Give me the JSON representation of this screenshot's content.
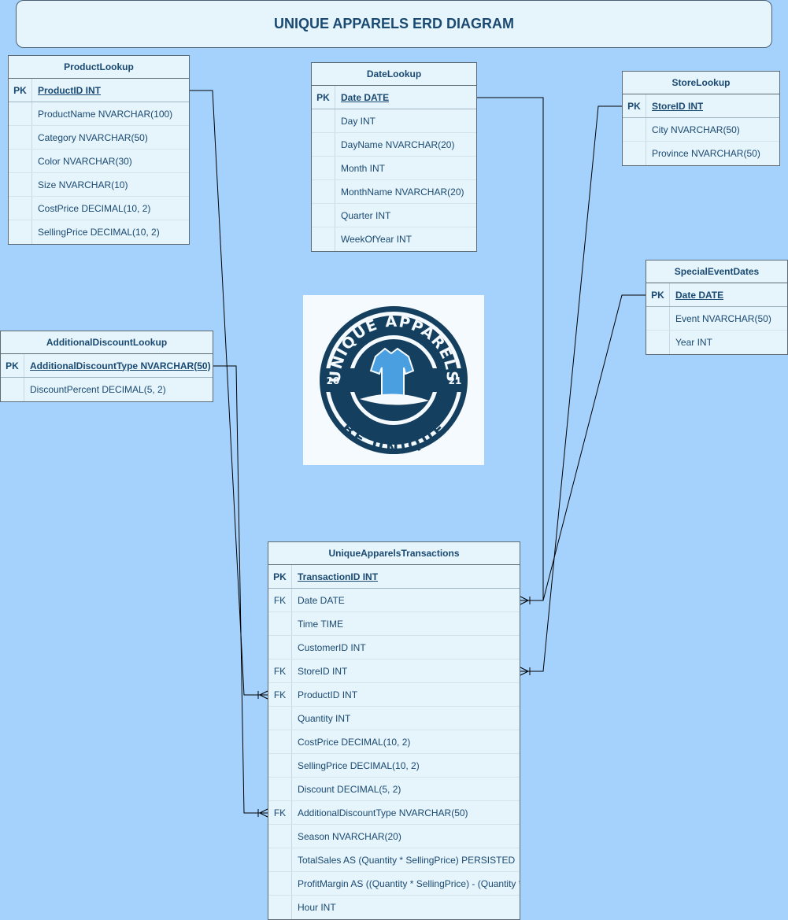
{
  "title": "UNIQUE APPARELS ERD DIAGRAM",
  "colors": {
    "background": "#a5d2fc",
    "entity_fill": "#e6f4fb",
    "text": "#1a4a72",
    "logo_dark": "#153f5f",
    "logo_light": "#4a9fe0"
  },
  "entities": {
    "product_lookup": {
      "name": "ProductLookup",
      "fields": [
        {
          "key": "PK",
          "label": "ProductID INT"
        },
        {
          "key": "",
          "label": "ProductName NVARCHAR(100)"
        },
        {
          "key": "",
          "label": "Category NVARCHAR(50)"
        },
        {
          "key": "",
          "label": "Color NVARCHAR(30)"
        },
        {
          "key": "",
          "label": "Size NVARCHAR(10)"
        },
        {
          "key": "",
          "label": "CostPrice DECIMAL(10, 2)"
        },
        {
          "key": "",
          "label": "SellingPrice DECIMAL(10, 2)"
        }
      ]
    },
    "date_lookup": {
      "name": "DateLookup",
      "fields": [
        {
          "key": "PK",
          "label": "Date DATE"
        },
        {
          "key": "",
          "label": "Day INT"
        },
        {
          "key": "",
          "label": "DayName NVARCHAR(20)"
        },
        {
          "key": "",
          "label": "Month INT"
        },
        {
          "key": "",
          "label": "MonthName NVARCHAR(20)"
        },
        {
          "key": "",
          "label": "Quarter INT"
        },
        {
          "key": "",
          "label": "WeekOfYear INT"
        }
      ]
    },
    "store_lookup": {
      "name": "StoreLookup",
      "fields": [
        {
          "key": "PK",
          "label": "StoreID INT"
        },
        {
          "key": "",
          "label": "City NVARCHAR(50)"
        },
        {
          "key": "",
          "label": "Province NVARCHAR(50)"
        }
      ]
    },
    "special_event_dates": {
      "name": "SpecialEventDates",
      "fields": [
        {
          "key": "PK",
          "label": "Date DATE"
        },
        {
          "key": "",
          "label": "Event NVARCHAR(50)"
        },
        {
          "key": "",
          "label": "Year INT"
        }
      ]
    },
    "additional_discount_lookup": {
      "name": "AdditionalDiscountLookup",
      "fields": [
        {
          "key": "PK",
          "label": "AdditionalDiscountType NVARCHAR(50)"
        },
        {
          "key": "",
          "label": "DiscountPercent DECIMAL(5, 2)"
        }
      ]
    },
    "unique_apparels_transactions": {
      "name": "UniqueApparelsTransactions",
      "fields": [
        {
          "key": "PK",
          "label": "TransactionID INT"
        },
        {
          "key": "FK",
          "label": "Date DATE"
        },
        {
          "key": "",
          "label": "Time TIME"
        },
        {
          "key": "",
          "label": "CustomerID INT"
        },
        {
          "key": "FK",
          "label": "StoreID INT"
        },
        {
          "key": "FK",
          "label": "ProductID INT"
        },
        {
          "key": "",
          "label": "Quantity INT"
        },
        {
          "key": "",
          "label": "CostPrice DECIMAL(10, 2)"
        },
        {
          "key": "",
          "label": "SellingPrice DECIMAL(10, 2)"
        },
        {
          "key": "",
          "label": "Discount DECIMAL(5, 2)"
        },
        {
          "key": "FK",
          "label": "AdditionalDiscountType NVARCHAR(50)"
        },
        {
          "key": "",
          "label": "Season NVARCHAR(20)"
        },
        {
          "key": "",
          "label": "TotalSales AS (Quantity * SellingPrice) PERSISTED"
        },
        {
          "key": "",
          "label": "ProfitMargin AS ((Quantity * SellingPrice) - (Quantity * CostPrice)) PERSISTED"
        },
        {
          "key": "",
          "label": "Hour INT"
        }
      ]
    }
  },
  "logo": {
    "top_text": "UNIQUE APPARELS",
    "bottom_text": "BE UNIQUE",
    "year_left": "20",
    "year_right": "21",
    "icon": "shirt-icon"
  }
}
